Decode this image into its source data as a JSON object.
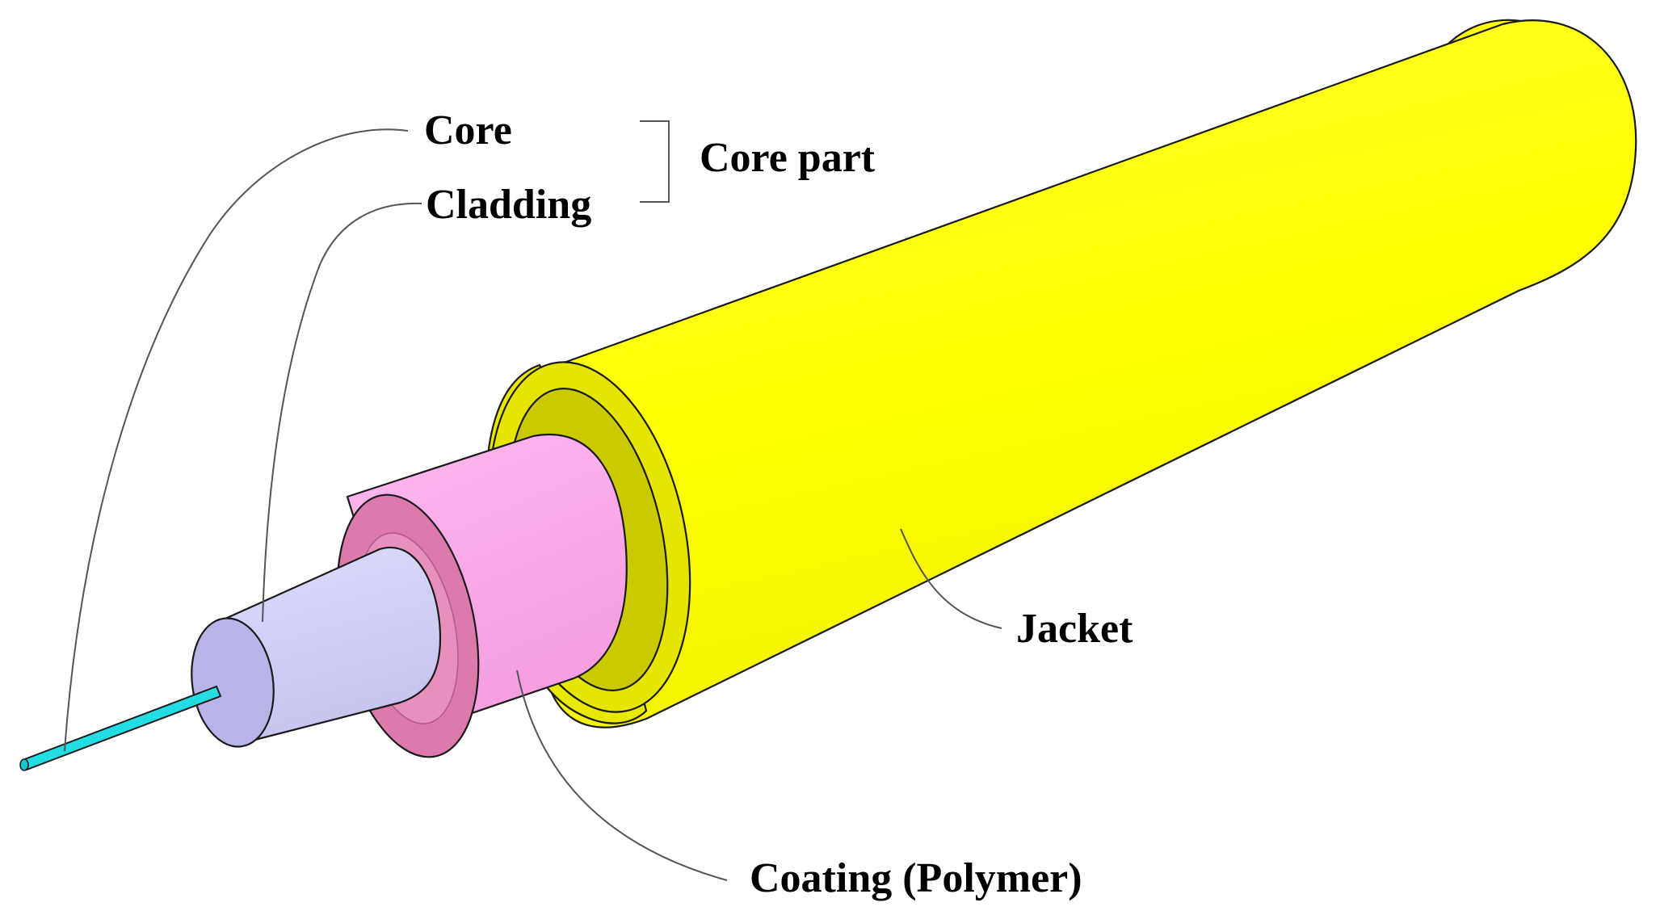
{
  "labels": {
    "core": "Core",
    "cladding": "Cladding",
    "core_part": "Core part",
    "jacket": "Jacket",
    "coating": "Coating (Polymer)"
  },
  "colors": {
    "jacket_body": "#ffff00",
    "jacket_end": "#e6e600",
    "jacket_inner": "#c8c800",
    "coating_body": "#ffaaee",
    "coating_end": "#dd77aa",
    "cladding_body": "#cccdf6",
    "cladding_end": "#b6b4e6",
    "core_fiber": "#22dde4"
  }
}
